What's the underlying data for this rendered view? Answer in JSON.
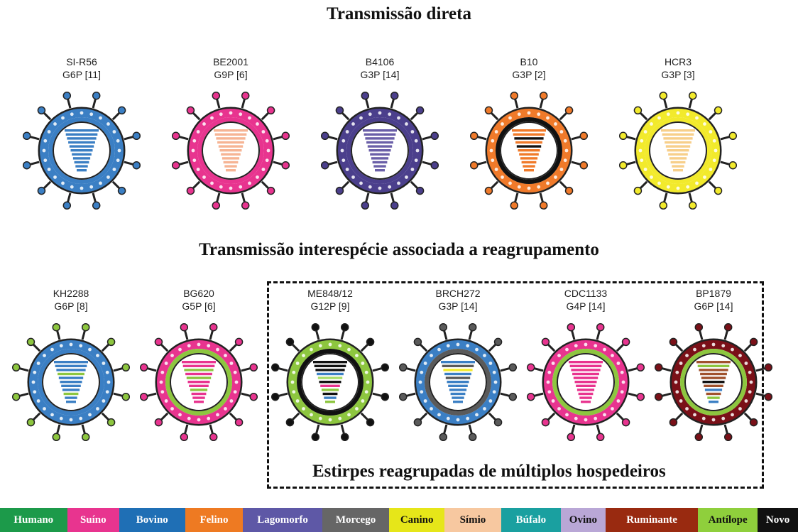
{
  "titles": {
    "direct": "Transmissão direta",
    "interspecies": "Transmissão interespécie associada a reagrupamento",
    "multihost": "Estirpes reagrupadas de múltiplos hospedeiros"
  },
  "row1": [
    {
      "name": "SI-R56",
      "genotype": "G6P [11]",
      "shell": "#3b7fc4",
      "inner": "#3b7fc4",
      "core": [
        "#3b7fc4",
        "#3b7fc4",
        "#3b7fc4",
        "#3b7fc4",
        "#3b7fc4",
        "#3b7fc4",
        "#3b7fc4",
        "#3b7fc4",
        "#3b7fc4",
        "#3b7fc4",
        "#3b7fc4"
      ],
      "spike": "#3b7fc4"
    },
    {
      "name": "BE2001",
      "genotype": "G9P [6]",
      "shell": "#e8348f",
      "inner": "#e8348f",
      "core": [
        "#f6b494",
        "#f6b494",
        "#f6b494",
        "#f6b494",
        "#f6b494",
        "#f6b494",
        "#f6b494",
        "#f6b494",
        "#f6b494",
        "#f6b494",
        "#f6b494"
      ],
      "spike": "#e8348f"
    },
    {
      "name": "B4106",
      "genotype": "G3P [14]",
      "shell": "#4b3f8c",
      "inner": "#4b3f8c",
      "core": [
        "#6a5fa8",
        "#6a5fa8",
        "#6a5fa8",
        "#6a5fa8",
        "#6a5fa8",
        "#6a5fa8",
        "#6a5fa8",
        "#6a5fa8",
        "#6a5fa8",
        "#6a5fa8",
        "#6a5fa8"
      ],
      "spike": "#4b3f8c"
    },
    {
      "name": "B10",
      "genotype": "G3P [2]",
      "shell": "#f07a2a",
      "inner": "#111111",
      "core": [
        "#f07a2a",
        "#f07a2a",
        "#111111",
        "#f07a2a",
        "#111111",
        "#f07a2a",
        "#f07a2a",
        "#f07a2a",
        "#f07a2a",
        "#f07a2a",
        "#f07a2a"
      ],
      "spike": "#f07a2a"
    },
    {
      "name": "HCR3",
      "genotype": "G3P [3]",
      "shell": "#f2ea2c",
      "inner": "#f2ea2c",
      "core": [
        "#f7cf8a",
        "#f7cf8a",
        "#f7cf8a",
        "#f7cf8a",
        "#f7cf8a",
        "#f7cf8a",
        "#f7cf8a",
        "#f7cf8a",
        "#f7cf8a",
        "#f7cf8a",
        "#f7cf8a"
      ],
      "spike": "#f2ea2c"
    }
  ],
  "row2": [
    {
      "name": "KH2288",
      "genotype": "G6P [8]",
      "shell": "#3b7fc4",
      "inner": "#3b7fc4",
      "core": [
        "#3b7fc4",
        "#3b7fc4",
        "#3b7fc4",
        "#8dc63f",
        "#3b7fc4",
        "#3b7fc4",
        "#3b7fc4",
        "#3b7fc4",
        "#8dc63f",
        "#3b7fc4",
        "#3b7fc4"
      ],
      "spike": "#8dc63f"
    },
    {
      "name": "BG620",
      "genotype": "G5P [6]",
      "shell": "#e8348f",
      "inner": "#8dc63f",
      "core": [
        "#e8348f",
        "#e8348f",
        "#8dc63f",
        "#e8348f",
        "#8dc63f",
        "#e8348f",
        "#e8348f",
        "#8dc63f",
        "#e8348f",
        "#e8348f",
        "#e8348f"
      ],
      "spike": "#e8348f"
    },
    {
      "name": "ME848/12",
      "genotype": "G12P [9]",
      "shell": "#8dc63f",
      "inner": "#111111",
      "core": [
        "#111111",
        "#111111",
        "#111111",
        "#3b7fc4",
        "#a8dd6a",
        "#111111",
        "#e8348f",
        "#8dc63f",
        "#111111",
        "#3b7fc4",
        "#8dc63f"
      ],
      "spike": "#111111"
    },
    {
      "name": "BRCH272",
      "genotype": "G3P [14]",
      "shell": "#3b7fc4",
      "inner": "#5a5a5a",
      "core": [
        "#3b7fc4",
        "#5a5a5a",
        "#f2ea2c",
        "#3b7fc4",
        "#5a5a5a",
        "#3b7fc4",
        "#3b7fc4",
        "#3b7fc4",
        "#3b7fc4",
        "#3b7fc4",
        "#3b7fc4"
      ],
      "spike": "#5a5a5a"
    },
    {
      "name": "CDC1133",
      "genotype": "G4P [14]",
      "shell": "#e8348f",
      "inner": "#8dc63f",
      "core": [
        "#e8348f",
        "#e8348f",
        "#e8348f",
        "#e8348f",
        "#e8348f",
        "#e8348f",
        "#e8348f",
        "#e8348f",
        "#e8348f",
        "#e8348f",
        "#e8348f"
      ],
      "spike": "#e8348f"
    },
    {
      "name": "BP1879",
      "genotype": "G6P [14]",
      "shell": "#7a1018",
      "inner": "#8dc63f",
      "core": [
        "#a0522d",
        "#8dc63f",
        "#a0522d",
        "#a0522d",
        "#a0522d",
        "#111111",
        "#a0522d",
        "#3b7fc4",
        "#a0522d",
        "#8dc63f",
        "#3b7fc4"
      ],
      "spike": "#7a1018"
    }
  ],
  "legend": [
    {
      "label": "Humano",
      "bg": "#1c9a4a",
      "fg": "#ffffff"
    },
    {
      "label": "Suíno",
      "bg": "#e8348f",
      "fg": "#ffffff"
    },
    {
      "label": "Bovino",
      "bg": "#1f6fb5",
      "fg": "#ffffff"
    },
    {
      "label": "Felino",
      "bg": "#ee7a22",
      "fg": "#ffffff"
    },
    {
      "label": "Lagomorfo",
      "bg": "#5e58a6",
      "fg": "#ffffff"
    },
    {
      "label": "Morcego",
      "bg": "#666666",
      "fg": "#ffffff"
    },
    {
      "label": "Canino",
      "bg": "#e6e619",
      "fg": "#111111"
    },
    {
      "label": "Símio",
      "bg": "#f7c8a0",
      "fg": "#111111"
    },
    {
      "label": "Búfalo",
      "bg": "#1aa0a0",
      "fg": "#ffffff"
    },
    {
      "label": "Ovino",
      "bg": "#b9a7d6",
      "fg": "#111111"
    },
    {
      "label": "Ruminante",
      "bg": "#992a10",
      "fg": "#ffffff"
    },
    {
      "label": "Antílope",
      "bg": "#8fcf3c",
      "fg": "#111111"
    },
    {
      "label": "Novo",
      "bg": "#111111",
      "fg": "#ffffff"
    }
  ]
}
